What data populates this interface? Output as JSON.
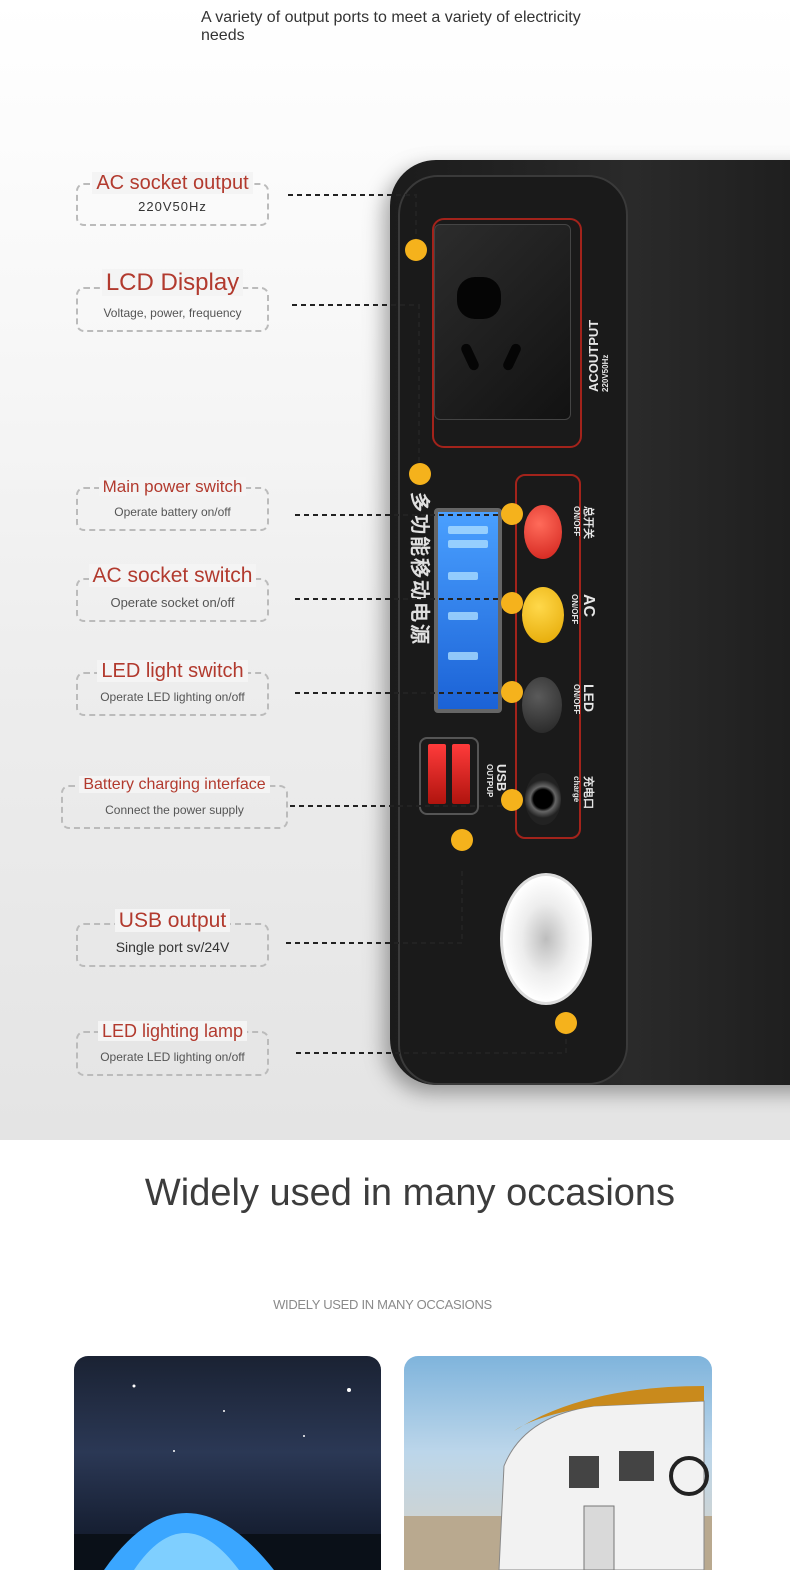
{
  "header": {
    "text": "A variety of output ports to meet a variety of electricity needs"
  },
  "callouts": [
    {
      "title": "AC socket output",
      "sub": "220V50Hz"
    },
    {
      "title": "LCD Display",
      "sub": "Voltage, power, frequency"
    },
    {
      "title": "Main power switch",
      "sub": "Operate battery on/off"
    },
    {
      "title": "AC socket switch",
      "sub": "Operate socket on/off"
    },
    {
      "title": "LED light switch",
      "sub": "Operate LED lighting on/off"
    },
    {
      "title": "Battery charging interface",
      "sub": "Connect the power supply"
    },
    {
      "title": "USB output",
      "sub": "Single port sv/24V"
    },
    {
      "title": "LED lighting lamp",
      "sub": "Operate LED lighting on/off"
    }
  ],
  "device": {
    "ac_label": "ACOUTPUT",
    "ac_sub": "220V50Hz",
    "cn_label": "多功能移动电源",
    "btn_main": {
      "label": "总开关",
      "sub": "ON/OFF"
    },
    "btn_ac": {
      "label": "AC",
      "sub": "ON/OFF"
    },
    "btn_led": {
      "label": "LED",
      "sub": "ON/OFF"
    },
    "usb_label": "USB",
    "usb_sub": "OUTPUP",
    "charge_label": "充电口",
    "charge_sub": "charge"
  },
  "section": {
    "title": "Widely used in many occasions",
    "sub": "WIDELY USED IN MANY OCCASIONS"
  },
  "colors": {
    "accent": "#b23a2e",
    "dot": "#f5b21c",
    "frame": "#a3231b"
  }
}
